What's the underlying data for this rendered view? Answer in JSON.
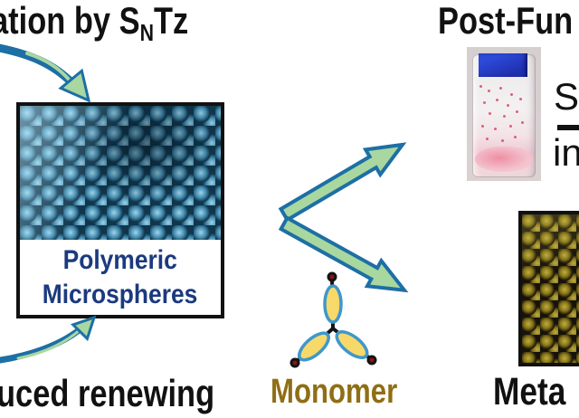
{
  "figure": {
    "heading_left": {
      "prefix": "ation by S",
      "subscript": "N",
      "suffix": "Tz"
    },
    "heading_right": "Post-Fun",
    "box": {
      "line1": "Polymeric",
      "line2": "Microspheres"
    },
    "bottom_left_caption": "uced renewing",
    "monomer_label": "Monomer",
    "bottom_right_caption": "Meta",
    "conditions": {
      "top": "So",
      "bottom": "in"
    }
  },
  "colors": {
    "heading_color": "#111111",
    "navy": "#1b3a7e",
    "gold": "#8f6e14",
    "box_border": "#111111",
    "arrow_fill": "#a9d7a0",
    "arrow_stroke": "#1d6fa5",
    "petal_fill": "#f7d96a",
    "petal_stroke": "#3f97cc",
    "dot_outer": "#141414",
    "dot_inner": "#8c1216",
    "cap_blue": "#1f2fae",
    "speck": "#d84a62",
    "sem_blue_hi": "#9fd4e8",
    "sem_blue_mid": "#4189ad",
    "sem_blue_dark": "#10364c",
    "sem_yellow_hi": "#bfae3e",
    "sem_yellow_mid": "#857418",
    "sem_yellow_dark": "#17120a"
  }
}
